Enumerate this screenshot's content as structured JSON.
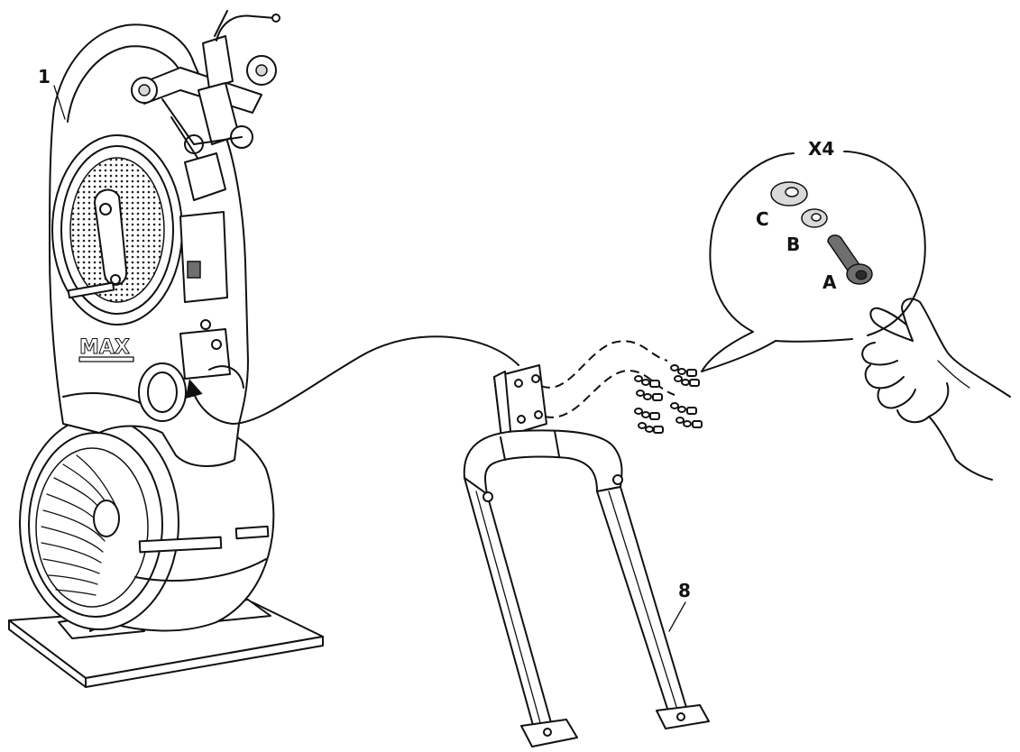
{
  "labels": {
    "machine": "1",
    "stand": "8",
    "quantity": "X4",
    "part_a": "A",
    "part_b": "B",
    "part_c": "C"
  },
  "colors": {
    "ink": "#111111",
    "background": "#ffffff",
    "part_light": "#d9d9d9",
    "part_dark": "#6f6f6f"
  }
}
